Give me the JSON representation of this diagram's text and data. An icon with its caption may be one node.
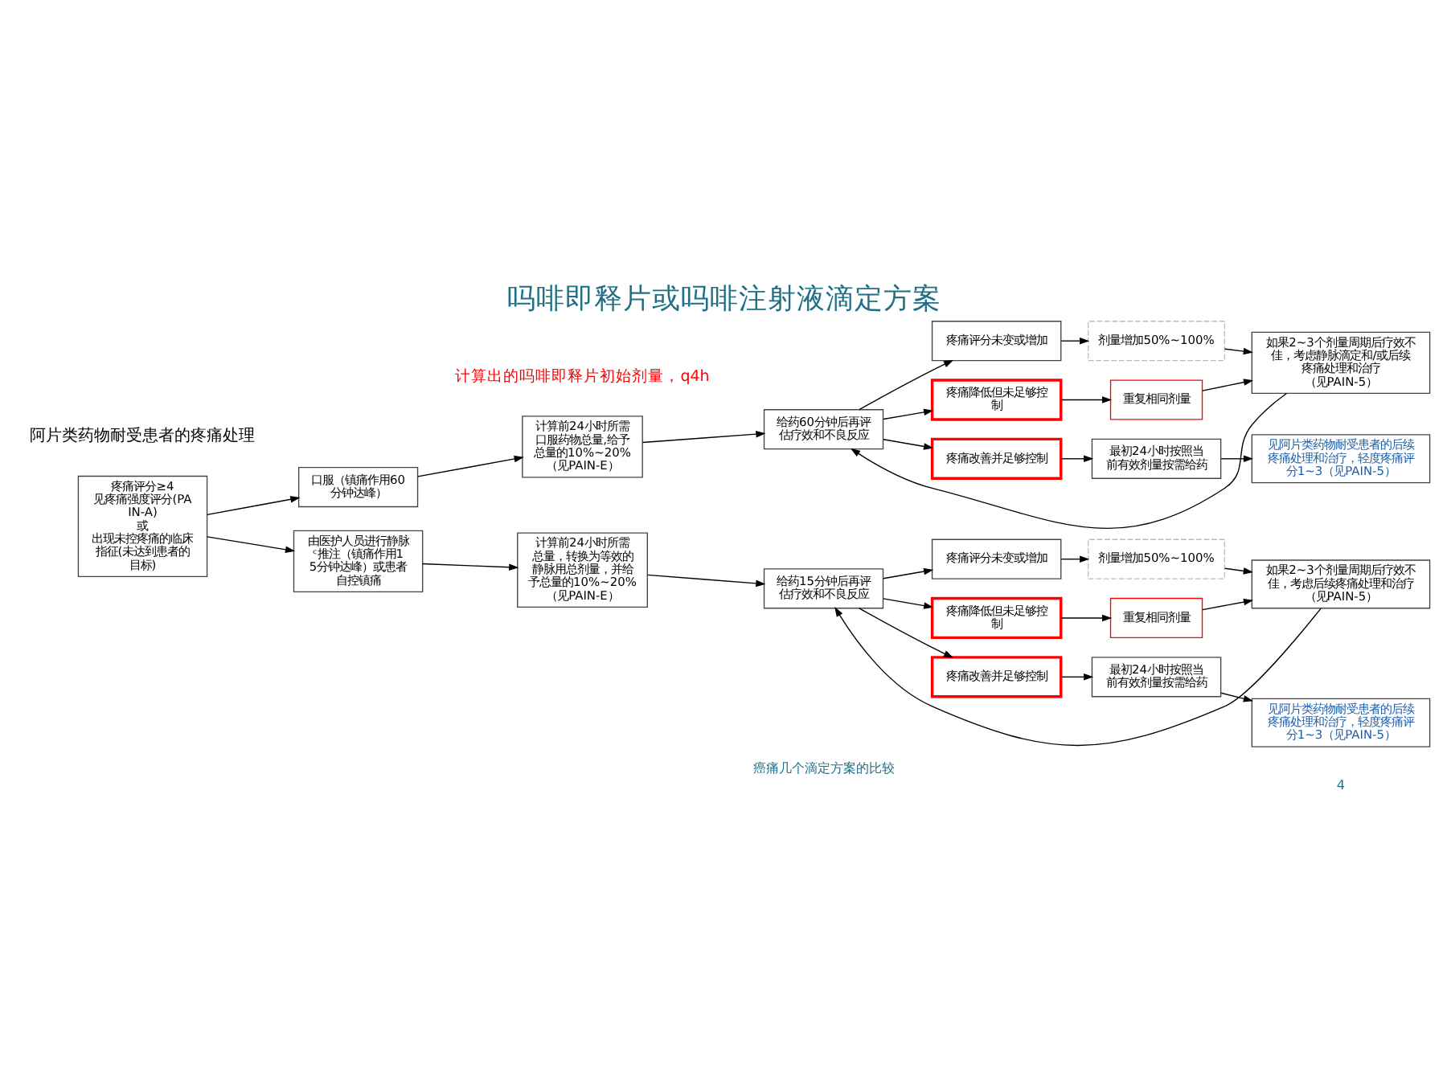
{
  "diagram": {
    "title": "吗啡即释片或吗啡注射液滴定方案",
    "nodes": [
      {
        "text": [
          "疼痛评分≥4",
          "见疼痛强度评分(PAIN-A)",
          "或",
          "出现未控疼痛的临床指征(未达到患者的目标)"
        ]
      },
      {
        "text": [
          "口服（镇痛作用60分钟达峰）"
        ]
      },
      {
        "text": [
          "计算前24小时所需口服药物总量,给予总量的10%~20%",
          "（见PAIN-E）"
        ]
      },
      {
        "text": [
          "给药60分钟后再评估疗效和不良反应"
        ]
      },
      {
        "text": [
          "疼痛评分未变或增加"
        ]
      },
      {
        "text": [
          "疼痛降低但未足够控制"
        ]
      },
      {
        "text": [
          "疼痛改善并足够控制"
        ]
      },
      {
        "text": [
          "剂量增加50%~100%"
        ]
      },
      {
        "text": [
          "重复相同剂量"
        ]
      },
      {
        "text": [
          "最初24小时按照当前有效剂量按需给药"
        ]
      },
      {
        "text": [
          "如果2~3个剂量周期后疗效不佳，考虑静脉滴定和/或后续疼痛处理和治疗",
          "（见PAIN-5）"
        ]
      },
      {
        "text": [
          "见阿片类药物耐受患者的后续疼痛处理和治疗，轻度疼痛评分1~3（见PAIN-5）"
        ]
      },
      {
        "text": [
          "由医护人员进行静脉ᶜ推注（镇痛作用15分钟达峰）或患者自控镇痛"
        ]
      },
      {
        "text": [
          "计算前24小时所需总量，转换为等效的静脉用总剂量，并给予总量的10%~20%",
          "（见PAIN-E）"
        ]
      },
      {
        "text": [
          "给药15分钟后再评估疗效和不良反应"
        ]
      },
      {
        "text": [
          "疼痛评分未变或增加"
        ]
      },
      {
        "text": [
          "疼痛降低但未足够控制"
        ]
      },
      {
        "text": [
          "疼痛改善并足够控制"
        ]
      },
      {
        "text": [
          "剂量增加50%~100%"
        ]
      },
      {
        "text": [
          "重复相同剂量"
        ]
      },
      {
        "text": [
          "最初24小时按照当前有效剂量按需给药"
        ]
      },
      {
        "text": [
          "如果2~3个剂量周期后疗效不佳，考虑后续疼痛处理和治疗（见PAIN-5）"
        ]
      },
      {
        "text": [
          "见阿片类药物耐受患者的后续疼痛处理和治疗，轻度疼痛评分1~3（见PAIN-5）"
        ]
      }
    ],
    "edges": [
      {
        "from": 0,
        "to": 1,
        "arrow": "to"
      },
      {
        "from": 0,
        "to": 12,
        "arrow": "to"
      },
      {
        "from": 1,
        "to": 2,
        "arrow": "to"
      },
      {
        "from": 2,
        "to": 3,
        "arrow": "to"
      },
      {
        "from": 3,
        "to": 4,
        "arrow": "to"
      },
      {
        "from": 3,
        "to": 5,
        "arrow": "to"
      },
      {
        "from": 3,
        "to": 6,
        "arrow": "to"
      },
      {
        "from": 4,
        "to": 7,
        "arrow": "to"
      },
      {
        "from": 5,
        "to": 8,
        "arrow": "to"
      },
      {
        "from": 6,
        "to": 9,
        "arrow": "to"
      },
      {
        "from": 7,
        "to": 10,
        "arrow": "to"
      },
      {
        "from": 8,
        "to": 10,
        "arrow": "to"
      },
      {
        "from": 10,
        "to": 3,
        "arrow": "to"
      },
      {
        "from": 9,
        "to": 11,
        "arrow": "to"
      },
      {
        "from": 12,
        "to": 13,
        "arrow": "to"
      },
      {
        "from": 13,
        "to": 14,
        "arrow": "to"
      },
      {
        "from": 14,
        "to": 15,
        "arrow": "to"
      },
      {
        "from": 14,
        "to": 16,
        "arrow": "to"
      },
      {
        "from": 14,
        "to": 17,
        "arrow": "to"
      },
      {
        "from": 15,
        "to": 18,
        "arrow": "to"
      },
      {
        "from": 16,
        "to": 19,
        "arrow": "to"
      },
      {
        "from": 17,
        "to": 20,
        "arrow": "to"
      },
      {
        "from": 18,
        "to": 21,
        "arrow": "to"
      },
      {
        "from": 19,
        "to": 21,
        "arrow": "to"
      },
      {
        "from": 21,
        "to": 14,
        "arrow": "to"
      },
      {
        "from": 20,
        "to": 22,
        "arrow": "to"
      }
    ],
    "labels": [
      "阿片类药物耐受患者的疼痛处理",
      "计算出的吗啡即释片初始剂量，q4h",
      "癌痛几个滴定方案的比较",
      "4"
    ]
  }
}
